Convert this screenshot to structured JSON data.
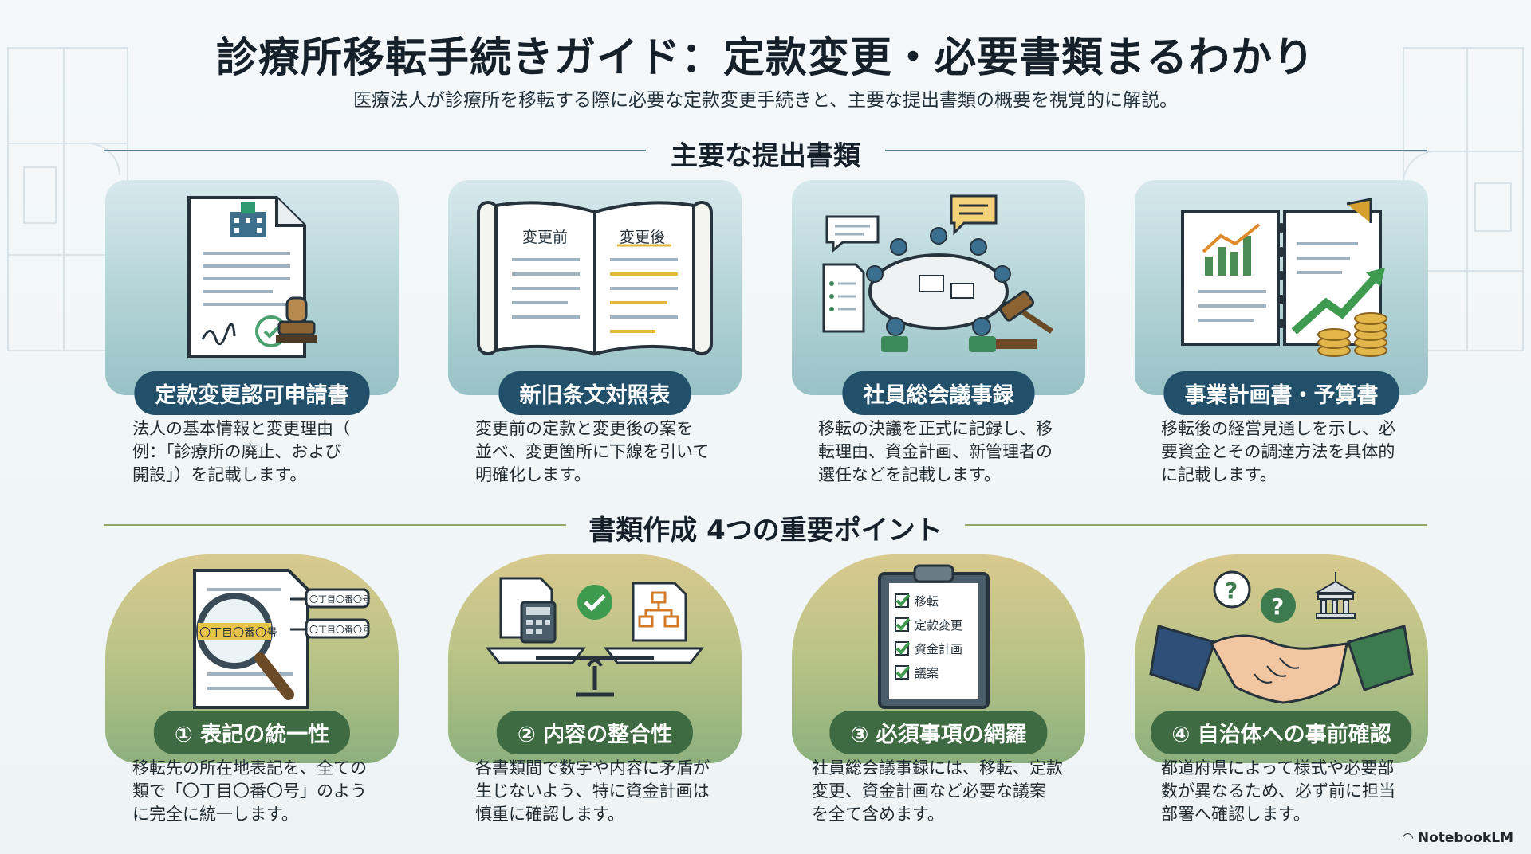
{
  "title": "診療所移転手続きガイド：定款変更・必要書類まるわかり",
  "subtitle": "医療法人が診療所を移転する際に必要な定款変更手続きと、主要な提出書類の概要を視覚的に解説。",
  "section_documents": "主要な提出書類",
  "section_points": "書類作成 4つの重要ポイント",
  "documents": [
    {
      "label": "定款変更認可申請書",
      "desc": [
        "法人の基本情報と変更理由（",
        "例：「診療所の廃止、および",
        "開設」）を記載します。"
      ],
      "icon": "application-form-stamp-icon"
    },
    {
      "label": "新旧条文対照表",
      "desc": [
        "変更前の定款と変更後の案を",
        "並べ、変更箇所に下線を引いて",
        "明確化します。"
      ],
      "icon": "comparison-book-icon",
      "book_left": "変更前",
      "book_right": "変更後"
    },
    {
      "label": "社員総会議事録",
      "desc": [
        "移転の決議を正式に記録し、移",
        "転理由、資金計画、新管理者の",
        "選任などを記載します。"
      ],
      "icon": "meeting-gavel-icon"
    },
    {
      "label": "事業計画書・予算書",
      "desc": [
        "移転後の経営見通しを示し、必",
        "要資金とその調達方法を具体的",
        "に記載します。"
      ],
      "icon": "business-plan-chart-icon"
    }
  ],
  "points": [
    {
      "label": "① 表記の統一性",
      "desc": [
        "移転先の所在地表記を、全ての",
        "類で「〇丁目〇番〇号」のよう",
        "に完全に統一します。"
      ],
      "icon": "magnifier-address-icon",
      "tag": "〇丁目〇番〇号",
      "tag_small": "〇丁目〇番〇号"
    },
    {
      "label": "② 内容の整合性",
      "desc": [
        "各書類間で数字や内容に矛盾が",
        "生じないよう、特に資金計画は",
        "慎重に確認します。"
      ],
      "icon": "balance-scale-check-icon"
    },
    {
      "label": "③ 必須事項の網羅",
      "desc": [
        "社員総会議事録には、移転、定款",
        "変更、資金計画など必要な議案",
        "を全て含めます。"
      ],
      "icon": "checklist-clipboard-icon",
      "checklist": [
        "移転",
        "定款変更",
        "資金計画",
        "議案"
      ]
    },
    {
      "label": "④ 自治体への事前確認",
      "desc": [
        "都道府県によって様式や必要部",
        "数が異なるため、必ず前に担当",
        "部署へ確認します。"
      ],
      "icon": "handshake-government-icon"
    }
  ],
  "brand": "NotebookLM",
  "colors": {
    "doc_pill": "#22506a",
    "point_pill": "#3f6b43",
    "title": "#16202a"
  }
}
